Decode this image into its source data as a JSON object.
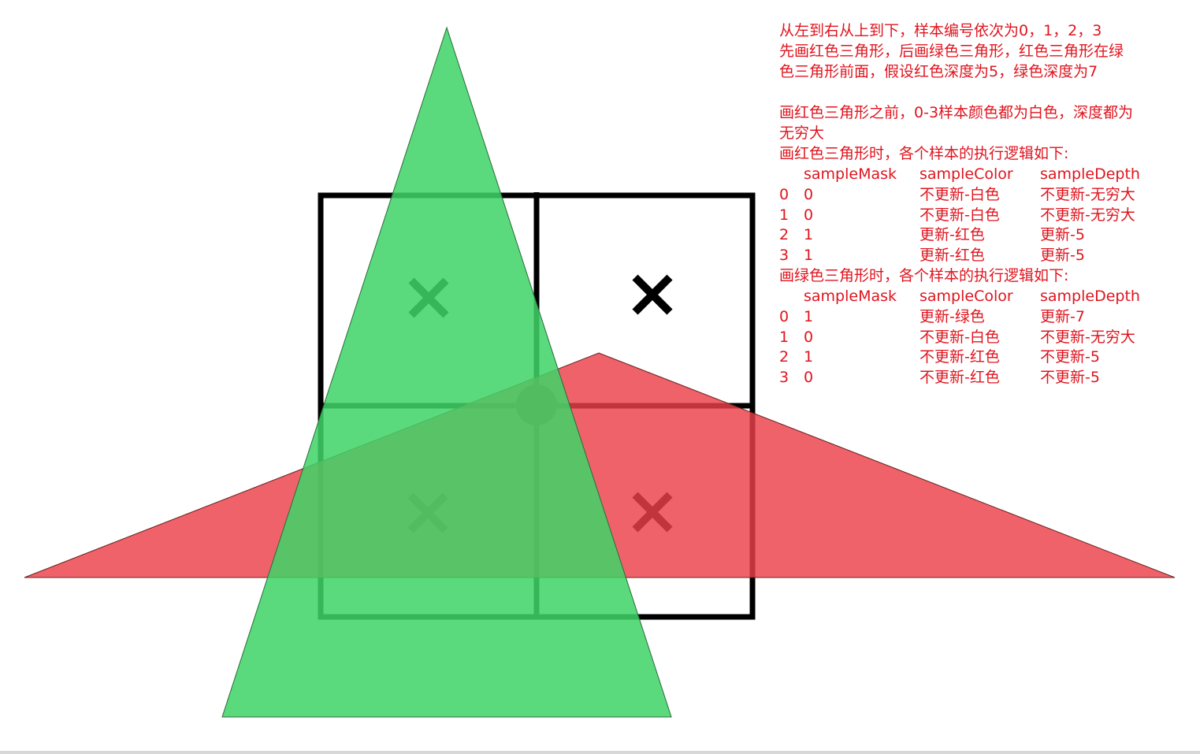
{
  "diagram": {
    "colors": {
      "green_triangle": "#3fd466",
      "red_triangle": "#ed3f48",
      "grid": "#000000",
      "sample_green": "#0a9a3a",
      "sample_black": "#000000",
      "sample_overlap_green": "#3a9a3a",
      "sample_dark_red": "#b0101a",
      "notes_text": "#e0141e"
    },
    "samples": [
      "0",
      "1",
      "2",
      "3"
    ]
  },
  "notes": {
    "intro": [
      "从左到右从上到下，样本编号依次为0，1，2，3",
      "先画红色三角形，后画绿色三角形，红色三角形在绿",
      "色三角形前面，假设红色深度为5，绿色深度为7"
    ],
    "before_red": [
      "画红色三角形之前，0-3样本颜色都为白色，深度都为",
      "无穷大"
    ],
    "red_pass": {
      "title": "画红色三角形时，各个样本的执行逻辑如下:",
      "headers": [
        "",
        "sampleMask",
        "sampleColor",
        "sampleDepth"
      ],
      "rows": [
        [
          "0",
          "0",
          "不更新-白色",
          "不更新-无穷大"
        ],
        [
          "1",
          "0",
          "不更新-白色",
          "不更新-无穷大"
        ],
        [
          "2",
          "1",
          "更新-红色",
          "更新-5"
        ],
        [
          "3",
          "1",
          "更新-红色",
          "更新-5"
        ]
      ]
    },
    "green_pass": {
      "title": "画绿色三角形时，各个样本的执行逻辑如下:",
      "headers": [
        "",
        "sampleMask",
        "sampleColor",
        "sampleDepth"
      ],
      "rows": [
        [
          "0",
          "1",
          "更新-绿色",
          "更新-7"
        ],
        [
          "1",
          "0",
          "不更新-白色",
          "不更新-无穷大"
        ],
        [
          "2",
          "1",
          "不更新-红色",
          "不更新-5"
        ],
        [
          "3",
          "0",
          "不更新-红色",
          "不更新-5"
        ]
      ]
    }
  }
}
